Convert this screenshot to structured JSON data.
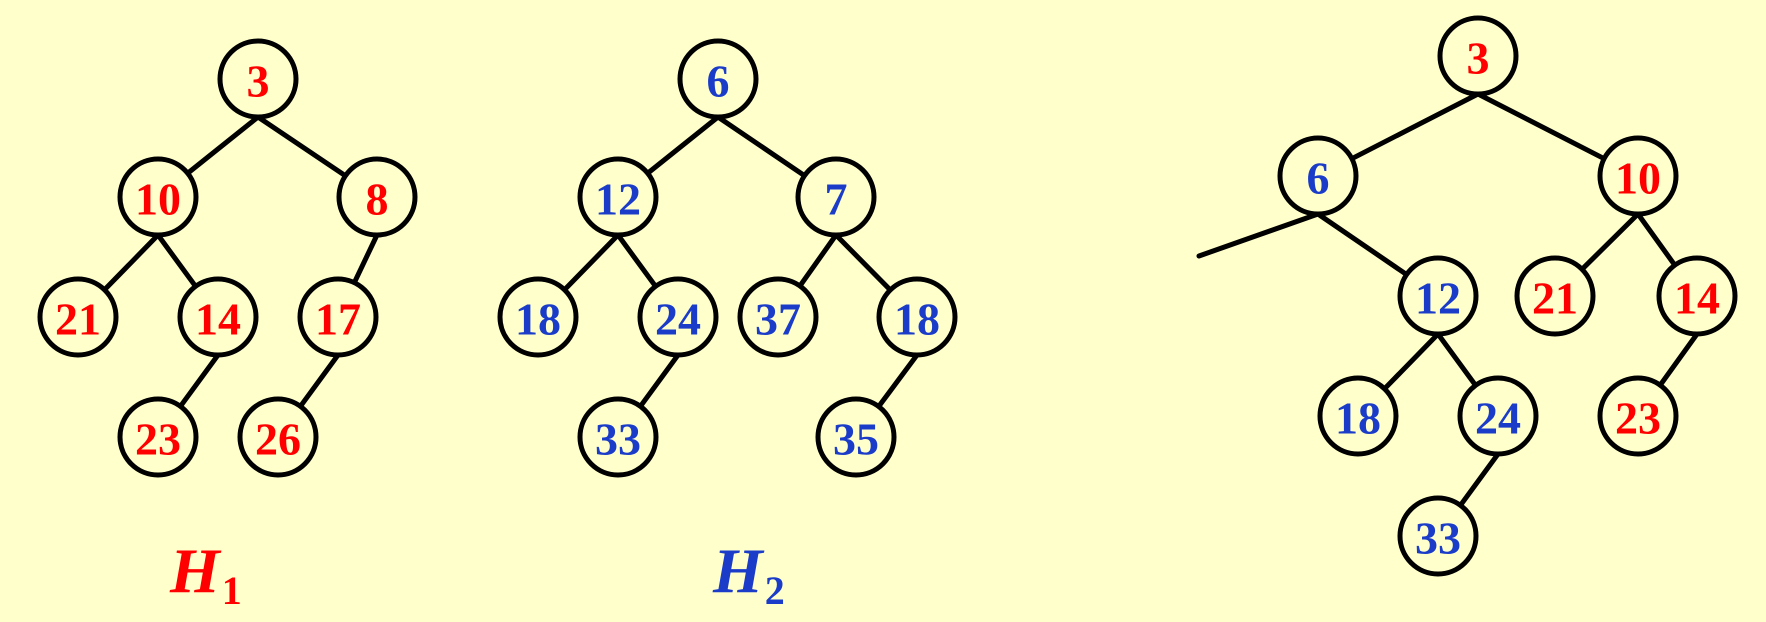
{
  "colors": {
    "background": "#ffffcc",
    "h1": "#ff0000",
    "h2": "#1a3cc8",
    "stroke": "#000000"
  },
  "labels": {
    "h1_title": "H",
    "h1_sub": "1",
    "h2_title": "H",
    "h2_sub": "2"
  },
  "heap_h1": [
    {
      "id": "h1-3",
      "value": "3",
      "color": "h1"
    },
    {
      "id": "h1-10",
      "value": "10",
      "color": "h1"
    },
    {
      "id": "h1-8",
      "value": "8",
      "color": "h1"
    },
    {
      "id": "h1-21",
      "value": "21",
      "color": "h1"
    },
    {
      "id": "h1-14",
      "value": "14",
      "color": "h1"
    },
    {
      "id": "h1-17",
      "value": "17",
      "color": "h1"
    },
    {
      "id": "h1-23",
      "value": "23",
      "color": "h1"
    },
    {
      "id": "h1-26",
      "value": "26",
      "color": "h1"
    }
  ],
  "heap_h2": [
    {
      "id": "h2-6",
      "value": "6",
      "color": "h2"
    },
    {
      "id": "h2-12",
      "value": "12",
      "color": "h2"
    },
    {
      "id": "h2-7",
      "value": "7",
      "color": "h2"
    },
    {
      "id": "h2-18a",
      "value": "18",
      "color": "h2"
    },
    {
      "id": "h2-24",
      "value": "24",
      "color": "h2"
    },
    {
      "id": "h2-37",
      "value": "37",
      "color": "h2"
    },
    {
      "id": "h2-18b",
      "value": "18",
      "color": "h2"
    },
    {
      "id": "h2-33",
      "value": "33",
      "color": "h2"
    },
    {
      "id": "h2-35",
      "value": "35",
      "color": "h2"
    }
  ],
  "merged": [
    {
      "id": "m-3",
      "value": "3",
      "color": "h1"
    },
    {
      "id": "m-6",
      "value": "6",
      "color": "h2"
    },
    {
      "id": "m-10",
      "value": "10",
      "color": "h1"
    },
    {
      "id": "m-12",
      "value": "12",
      "color": "h2"
    },
    {
      "id": "m-21",
      "value": "21",
      "color": "h1"
    },
    {
      "id": "m-14",
      "value": "14",
      "color": "h1"
    },
    {
      "id": "m-18",
      "value": "18",
      "color": "h2"
    },
    {
      "id": "m-24",
      "value": "24",
      "color": "h2"
    },
    {
      "id": "m-23",
      "value": "23",
      "color": "h1"
    },
    {
      "id": "m-33",
      "value": "33",
      "color": "h2"
    }
  ]
}
